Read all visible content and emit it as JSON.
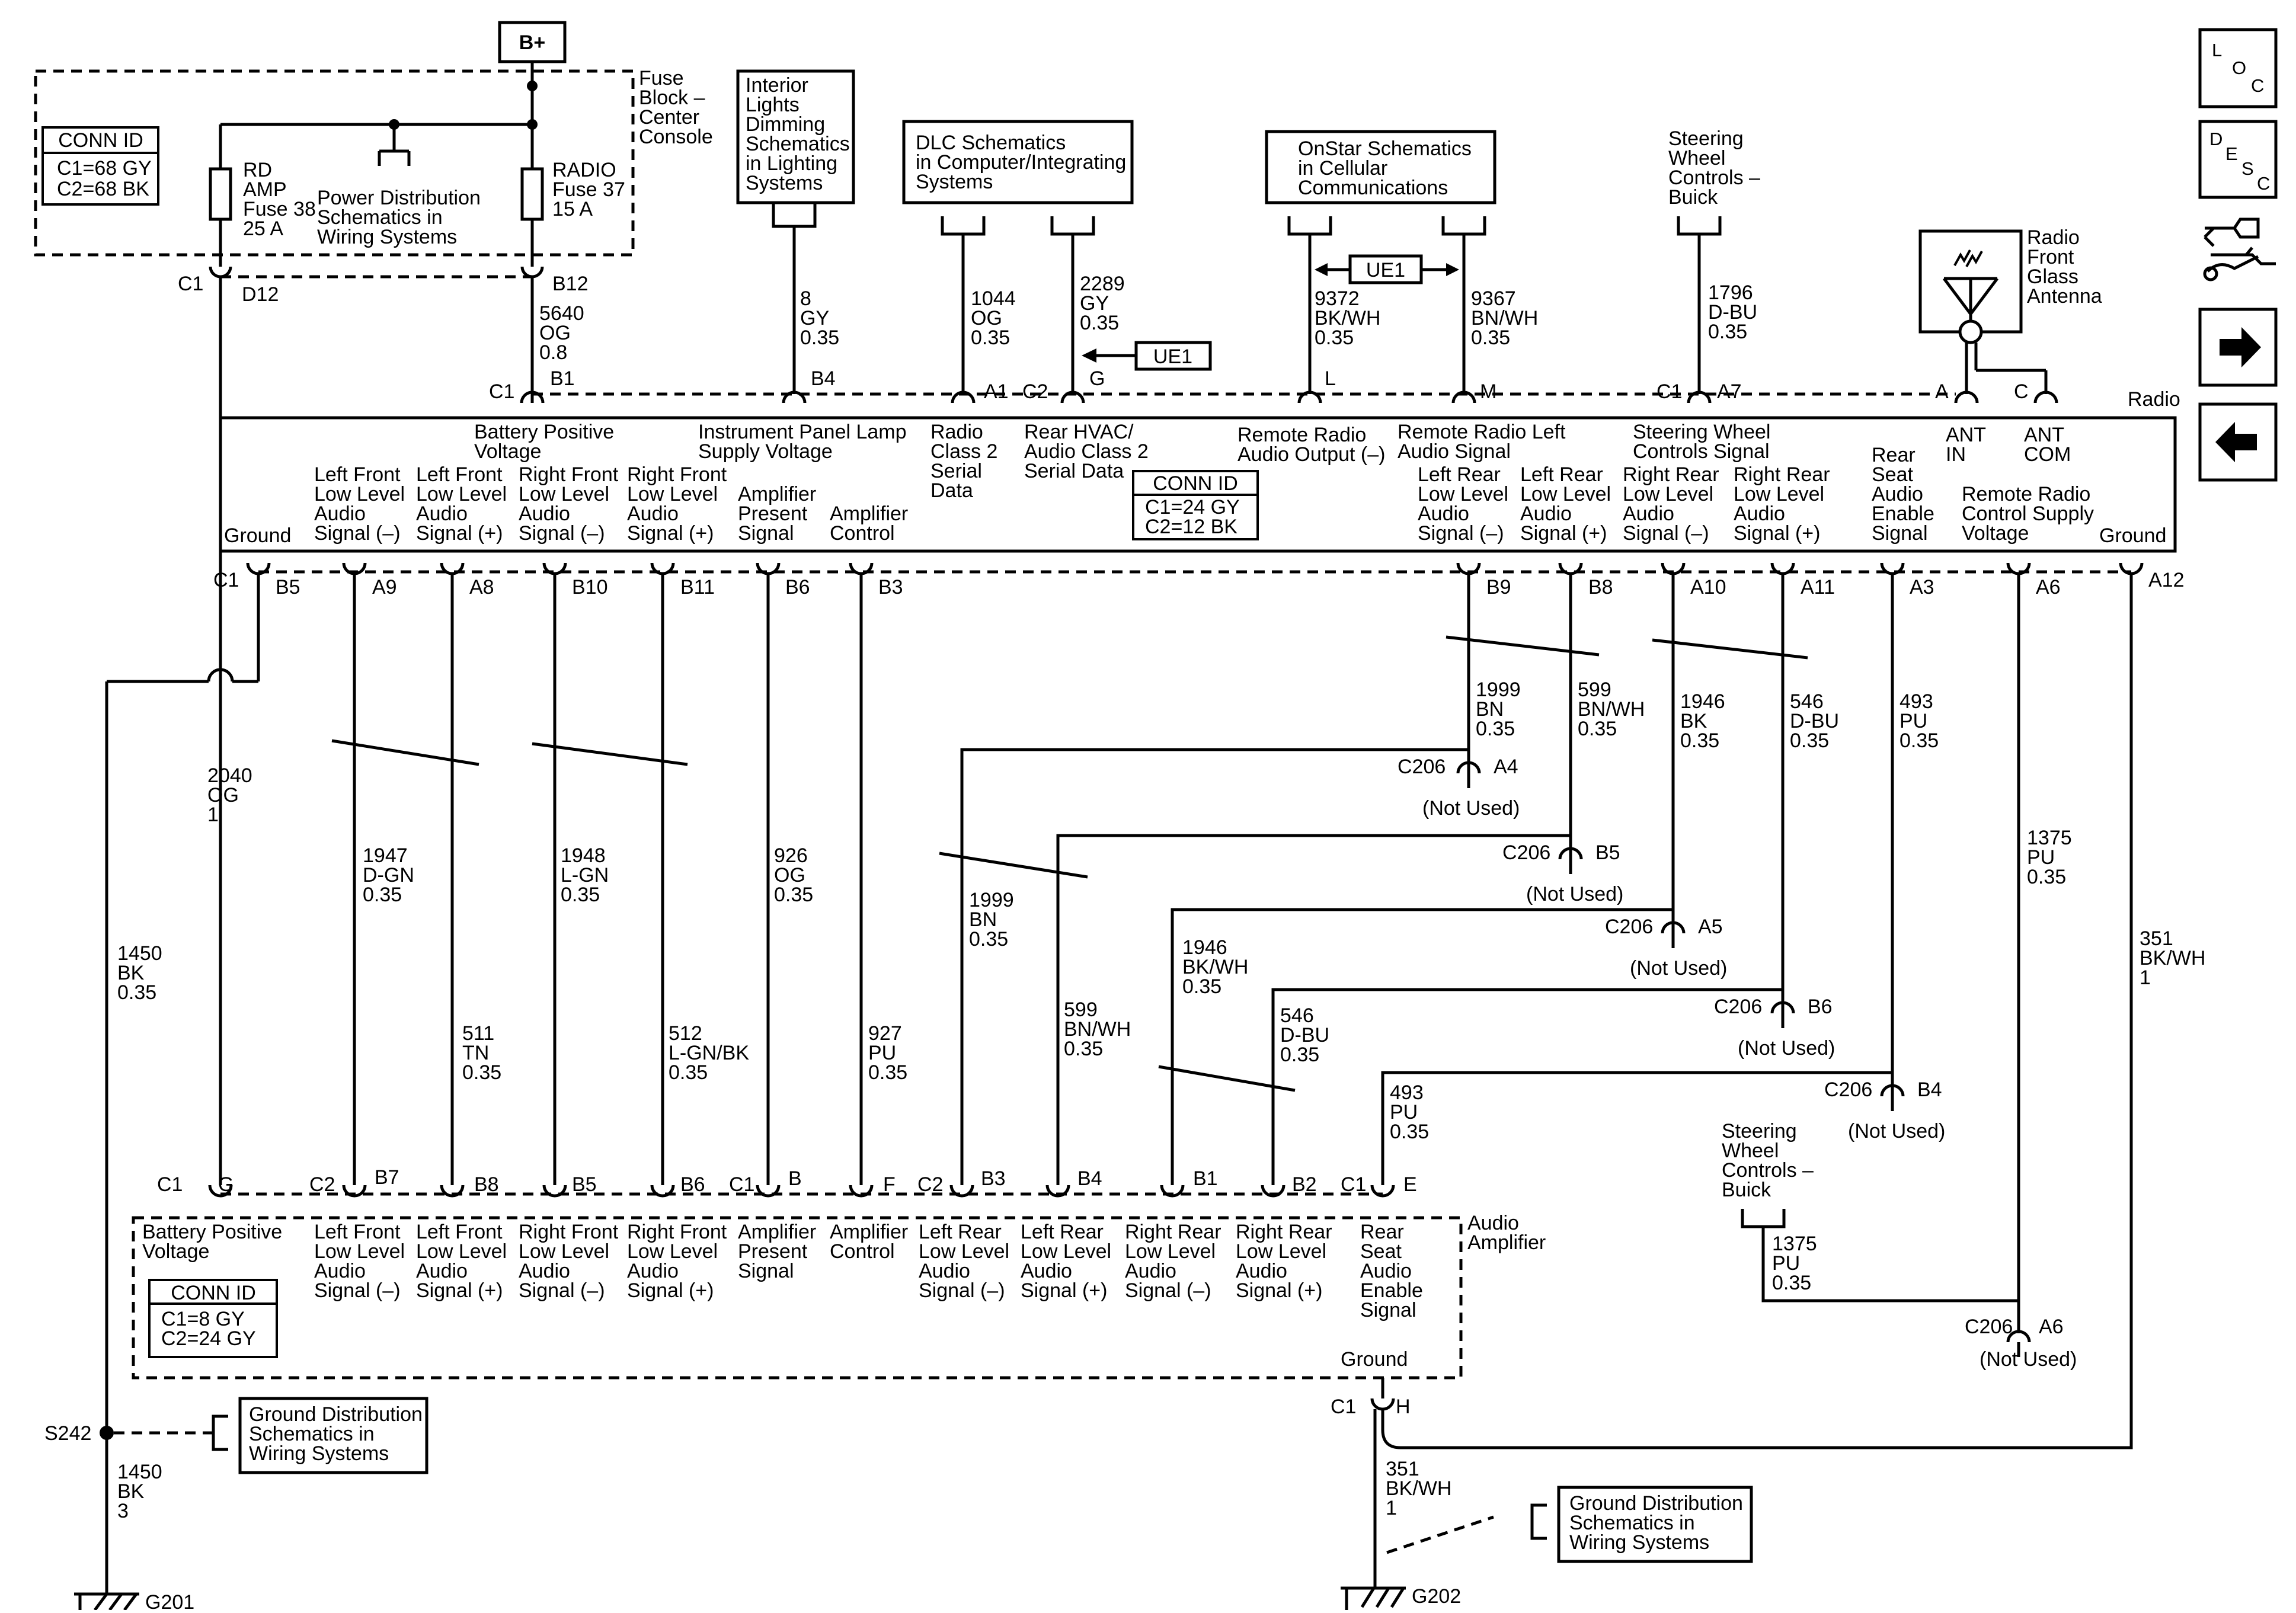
{
  "top_power": {
    "bplus": "B+"
  },
  "fuse_block": {
    "label": [
      "Fuse",
      "Block –",
      "Center",
      "Console"
    ],
    "conn_id_title": "CONN ID",
    "conn_id": [
      "C1=68 GY",
      "C2=68 BK"
    ],
    "fuse38": [
      "RD",
      "AMP",
      "Fuse 38",
      "25 A"
    ],
    "fuse37": [
      "RADIO",
      "Fuse 37",
      "15 A"
    ],
    "power_dist": [
      "Power Distribution",
      "Schematics in",
      "Wiring Systems"
    ]
  },
  "refs": {
    "interior_lights": [
      "Interior",
      "Lights",
      "Dimming",
      "Schematics",
      "in Lighting",
      "Systems"
    ],
    "dlc": [
      "DLC Schematics",
      "in Computer/Integrating",
      "Systems"
    ],
    "onstar": [
      "OnStar Schematics",
      "in Cellular",
      "Communications"
    ],
    "steering_top": [
      "Steering",
      "Wheel",
      "Controls –",
      "Buick"
    ],
    "steering_bottom": [
      "Steering",
      "Wheel",
      "Controls –",
      "Buick"
    ],
    "antenna": [
      "Radio",
      "Front",
      "Glass",
      "Antenna"
    ],
    "ground_dist_1": [
      "Ground Distribution",
      "Schematics in",
      "Wiring Systems"
    ],
    "ground_dist_2": [
      "Ground Distribution",
      "Schematics in",
      "Wiring Systems"
    ],
    "ue1": "UE1"
  },
  "radio": {
    "label": "Radio",
    "conn_id_title": "CONN ID",
    "conn_id": [
      "C1=24 GY",
      "C2=12 BK"
    ],
    "top_labels": {
      "battery": [
        "Battery Positive",
        "Voltage"
      ],
      "ip_lamp": [
        "Instrument Panel Lamp",
        "Supply Voltage"
      ],
      "class2": [
        "Radio",
        "Class 2",
        "Serial",
        "Data"
      ],
      "hvac": [
        "Rear HVAC/",
        "Audio Class 2",
        "Serial Data"
      ],
      "remote_out": [
        "Remote Radio",
        "Audio Output (–)"
      ],
      "remote_left": [
        "Remote Radio Left",
        "Audio Signal"
      ],
      "steering": [
        "Steering Wheel",
        "Controls Signal"
      ],
      "ant_in": [
        "ANT",
        "IN"
      ],
      "ant_com": [
        "ANT",
        "COM"
      ]
    },
    "bottom_labels": {
      "ground_left": "Ground",
      "lf_neg": [
        "Left Front",
        "Low Level",
        "Audio",
        "Signal (–)"
      ],
      "lf_pos": [
        "Left Front",
        "Low Level",
        "Audio",
        "Signal (+)"
      ],
      "rf_neg": [
        "Right Front",
        "Low Level",
        "Audio",
        "Signal (–)"
      ],
      "rf_pos": [
        "Right Front",
        "Low Level",
        "Audio",
        "Signal (+)"
      ],
      "amp_present": [
        "Amplifier",
        "Present",
        "Signal"
      ],
      "amp_control": [
        "Amplifier",
        "Control"
      ],
      "lr_neg": [
        "Left Rear",
        "Low Level",
        "Audio",
        "Signal (–)"
      ],
      "lr_pos": [
        "Left Rear",
        "Low Level",
        "Audio",
        "Signal (+)"
      ],
      "rr_neg": [
        "Right Rear",
        "Low Level",
        "Audio",
        "Signal (–)"
      ],
      "rr_pos": [
        "Right Rear",
        "Low Level",
        "Audio",
        "Signal (+)"
      ],
      "rear_seat": [
        "Rear",
        "Seat",
        "Audio",
        "Enable",
        "Signal"
      ],
      "remote_ctrl": [
        "Remote Radio",
        "Control Supply",
        "Voltage"
      ],
      "ground_right": "Ground"
    }
  },
  "amplifier": {
    "label": [
      "Audio",
      "Amplifier"
    ],
    "conn_id_title": "CONN ID",
    "conn_id": [
      "C1=8 GY",
      "C2=24 GY"
    ],
    "labels": {
      "battery": [
        "Battery Positive",
        "Voltage"
      ],
      "lf_neg": [
        "Left Front",
        "Low Level",
        "Audio",
        "Signal (–)"
      ],
      "lf_pos": [
        "Left Front",
        "Low Level",
        "Audio",
        "Signal (+)"
      ],
      "rf_neg": [
        "Right Front",
        "Low Level",
        "Audio",
        "Signal (–)"
      ],
      "rf_pos": [
        "Right Front",
        "Low Level",
        "Audio",
        "Signal (+)"
      ],
      "amp_present": [
        "Amplifier",
        "Present",
        "Signal"
      ],
      "amp_control": [
        "Amplifier",
        "Control"
      ],
      "lr_neg": [
        "Left Rear",
        "Low Level",
        "Audio",
        "Signal (–)"
      ],
      "lr_pos": [
        "Left Rear",
        "Low Level",
        "Audio",
        "Signal (+)"
      ],
      "rr_neg": [
        "Right Rear",
        "Low Level",
        "Audio",
        "Signal (–)"
      ],
      "rr_pos": [
        "Right Rear",
        "Low Level",
        "Audio",
        "Signal (+)"
      ],
      "rear_seat": [
        "Rear",
        "Seat",
        "Audio",
        "Enable",
        "Signal"
      ],
      "ground": "Ground"
    }
  },
  "wires": {
    "w5640": [
      "5640",
      "OG",
      "0.8"
    ],
    "w8": [
      "8",
      "GY",
      "0.35"
    ],
    "w1044": [
      "1044",
      "OG",
      "0.35"
    ],
    "w2289": [
      "2289",
      "GY",
      "0.35"
    ],
    "w9372": [
      "9372",
      "BK/WH",
      "0.35"
    ],
    "w9367": [
      "9367",
      "BN/WH",
      "0.35"
    ],
    "w1796": [
      "1796",
      "D-BU",
      "0.35"
    ],
    "w2040": [
      "2040",
      "OG",
      "1"
    ],
    "w1450a": [
      "1450",
      "BK",
      "0.35"
    ],
    "w1450b": [
      "1450",
      "BK",
      "3"
    ],
    "w1947": [
      "1947",
      "D-GN",
      "0.35"
    ],
    "w511": [
      "511",
      "TN",
      "0.35"
    ],
    "w1948": [
      "1948",
      "L-GN",
      "0.35"
    ],
    "w512": [
      "512",
      "L-GN/BK",
      "0.35"
    ],
    "w926": [
      "926",
      "OG",
      "0.35"
    ],
    "w927": [
      "927",
      "PU",
      "0.35"
    ],
    "w1999a": [
      "1999",
      "BN",
      "0.35"
    ],
    "w599a": [
      "599",
      "BN/WH",
      "0.35"
    ],
    "w1946a": [
      "1946",
      "BK",
      "0.35"
    ],
    "w546a": [
      "546",
      "D-BU",
      "0.35"
    ],
    "w493a": [
      "493",
      "PU",
      "0.35"
    ],
    "w1375a": [
      "1375",
      "PU",
      "0.35"
    ],
    "w351a": [
      "351",
      "BK/WH",
      "1"
    ],
    "w1999b": [
      "1999",
      "BN",
      "0.35"
    ],
    "w599b": [
      "599",
      "BN/WH",
      "0.35"
    ],
    "w1946b": [
      "1946",
      "BK/WH",
      "0.35"
    ],
    "w546b": [
      "546",
      "D-BU",
      "0.35"
    ],
    "w493b": [
      "493",
      "PU",
      "0.35"
    ],
    "w1375b": [
      "1375",
      "PU",
      "0.35"
    ],
    "w351b": [
      "351",
      "BK/WH",
      "1"
    ]
  },
  "pins": {
    "fuse_c1": "C1",
    "fuse_d12": "D12",
    "fuse_b12": "B12",
    "r_c1_top": "C1",
    "r_b1": "B1",
    "r_b4": "B4",
    "r_a1": "A1",
    "r_c2_top": "C2",
    "r_g": "G",
    "r_l": "L",
    "r_m": "M",
    "r_c1_a7": "C1",
    "r_a7": "A7",
    "r_a": "A",
    "r_c": "C",
    "r_c1_bot": "C1",
    "r_b5": "B5",
    "r_a9": "A9",
    "r_a8": "A8",
    "r_b10": "B10",
    "r_b11": "B11",
    "r_b6": "B6",
    "r_b3": "B3",
    "r_b9": "B9",
    "r_b8": "B8",
    "r_a10": "A10",
    "r_a11": "A11",
    "r_a3": "A3",
    "r_a6": "A6",
    "r_a12": "A12",
    "a_c1_g": "C1",
    "a_g": "G",
    "a_c2": "C2",
    "a_b7": "B7",
    "a_b8": "B8",
    "a_b5": "B5",
    "a_b6": "B6",
    "a_c1_b": "C1",
    "a_b": "B",
    "a_f": "F",
    "a_c2_b3": "C2",
    "a_b3": "B3",
    "a_b4": "B4",
    "a_b1": "B1",
    "a_b2": "B2",
    "a_c1_e": "C1",
    "a_e": "E",
    "a_c1_h": "C1",
    "a_h": "H",
    "c206_a4": "C206",
    "pin_a4": "A4",
    "c206_b5": "C206",
    "pin_b5": "B5",
    "c206_a5": "C206",
    "pin_a5": "A5",
    "c206_b6": "C206",
    "pin_b6": "B6",
    "c206_b4": "C206",
    "pin_b4": "B4",
    "c206_a6": "C206",
    "pin_a6": "A6",
    "not_used": "(Not Used)",
    "s242": "S242",
    "g201": "G201",
    "g202": "G202"
  },
  "nav": {
    "loc": [
      "L",
      "O",
      "C"
    ],
    "desc": [
      "D",
      "E",
      "S",
      "C"
    ]
  }
}
